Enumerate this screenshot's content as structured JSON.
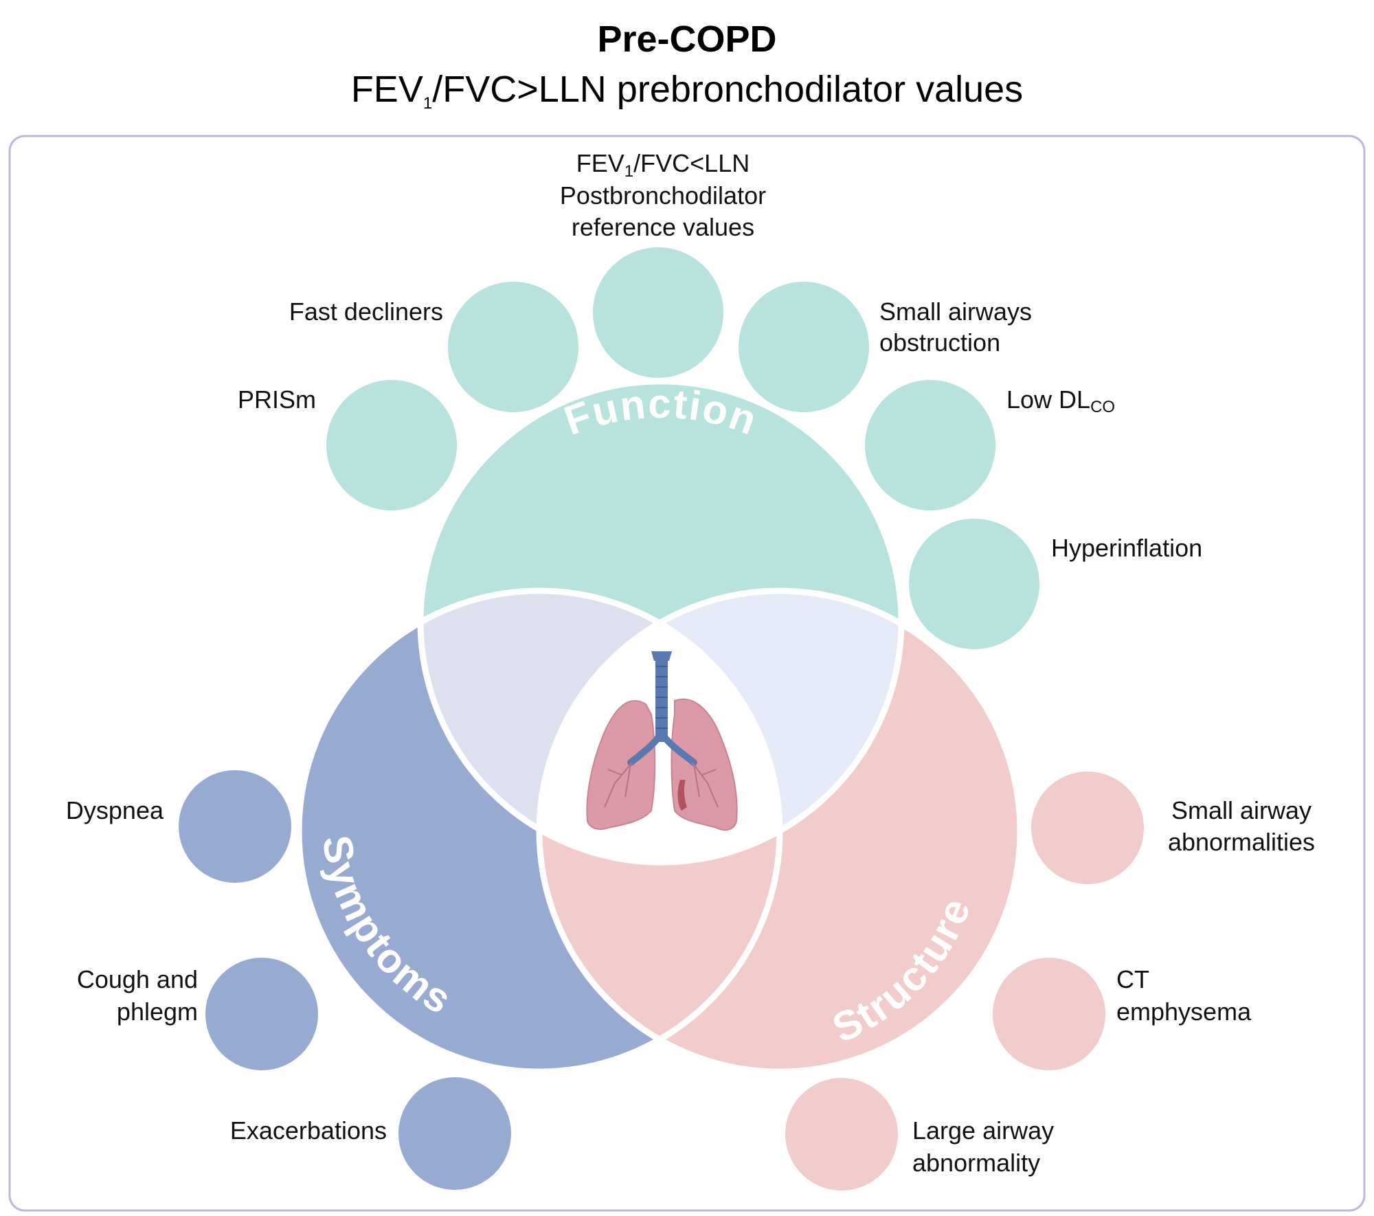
{
  "header": {
    "title": "Pre-COPD",
    "subtitle_pre": "FEV",
    "subtitle_sub": "1",
    "subtitle_post": "/FVC>LLN prebronchodilator values"
  },
  "function": {
    "label": "Function",
    "top_label": {
      "line1_pre": "FEV",
      "line1_sub": "1",
      "line1_post": "/FVC<LLN",
      "line2": "Postbronchodilator",
      "line3": "reference values"
    },
    "items": {
      "fast_decliners": "Fast decliners",
      "prism": "PRISm",
      "small_airways_l1": "Small airways",
      "small_airways_l2": "obstruction",
      "low_dl": "Low DL",
      "low_dl_sub": "CO",
      "hyperinflation": "Hyperinflation"
    }
  },
  "symptoms": {
    "label": "Symptoms",
    "items": {
      "dyspnea": "Dyspnea",
      "cough_l1": "Cough and",
      "cough_l2": "phlegm",
      "exacerbations": "Exacerbations"
    }
  },
  "structure": {
    "label": "Structure",
    "items": {
      "small_airway_l1": "Small airway",
      "small_airway_l2": "abnormalities",
      "ct_l1": "CT",
      "ct_l2": "emphysema",
      "large_airway_l1": "Large airway",
      "large_airway_l2": "abnormality"
    }
  },
  "colors": {
    "function": "#b7e2dd",
    "symptoms": "#97aad2",
    "structure": "#f2cbcb",
    "overlap_fs": "#dde1ef",
    "overlap_fst": "#e4eaf8",
    "overlap_sst": "#f2cbcb",
    "border": "#b9b9da",
    "lung": "#dc9aa6",
    "trachea": "#5a79b0"
  },
  "icons": {
    "center": "lungs-icon"
  }
}
